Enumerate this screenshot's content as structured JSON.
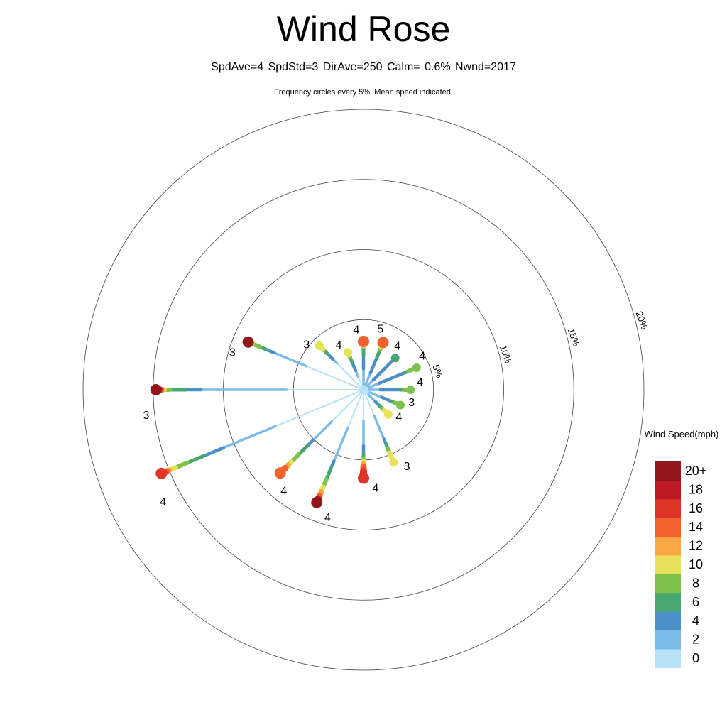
{
  "chart_data": {
    "type": "wind-rose",
    "title": "Wind Rose",
    "subtitle": "SpdAve=4  SpdStd=3  DirAve=250   Calm= 0.6%  Nwnd=2017",
    "note": "Frequency circles every 5%. Mean speed indicated.",
    "rings": [
      {
        "value": 5,
        "label": "5%"
      },
      {
        "value": 10,
        "label": "10%"
      },
      {
        "value": 15,
        "label": "15%"
      },
      {
        "value": 20,
        "label": "20%"
      }
    ],
    "legend": {
      "title": "Wind Speed(mph)",
      "bins": [
        {
          "label": "0",
          "color": "#b5e2f7"
        },
        {
          "label": "2",
          "color": "#7bbce6"
        },
        {
          "label": "4",
          "color": "#4a8fc7"
        },
        {
          "label": "6",
          "color": "#48a673"
        },
        {
          "label": "8",
          "color": "#7dc24c"
        },
        {
          "label": "10",
          "color": "#e8e25a"
        },
        {
          "label": "12",
          "color": "#f8a945"
        },
        {
          "label": "14",
          "color": "#f2622d"
        },
        {
          "label": "16",
          "color": "#de3529"
        },
        {
          "label": "18",
          "color": "#bb1a25"
        },
        {
          "label": "20+",
          "color": "#92161a"
        }
      ]
    },
    "directions": [
      {
        "dir": 0,
        "mean_speed": "4",
        "freq": [
          0.4,
          1.1,
          1.0,
          0.55,
          0.1,
          0.1,
          0.1,
          0.1,
          0,
          0,
          0
        ]
      },
      {
        "dir": 22.5,
        "mean_speed": "5",
        "freq": [
          0.4,
          0.9,
          1.2,
          0.6,
          0.2,
          0.15,
          0.1,
          0.1,
          0,
          0,
          0
        ]
      },
      {
        "dir": 45,
        "mean_speed": "4",
        "freq": [
          0.4,
          0.6,
          2.0,
          0.2,
          0,
          0,
          0,
          0,
          0,
          0,
          0
        ]
      },
      {
        "dir": 67.5,
        "mean_speed": "4",
        "freq": [
          0.4,
          0.8,
          2.0,
          0.3,
          0.6,
          0,
          0,
          0,
          0,
          0,
          0
        ]
      },
      {
        "dir": 90,
        "mean_speed": "4",
        "freq": [
          0.4,
          0.8,
          1.4,
          0.3,
          0.45,
          0,
          0,
          0,
          0,
          0,
          0
        ]
      },
      {
        "dir": 112.5,
        "mean_speed": "3",
        "freq": [
          0.5,
          0.9,
          0.8,
          0.2,
          0.45,
          0,
          0,
          0,
          0,
          0,
          0
        ]
      },
      {
        "dir": 135,
        "mean_speed": "4",
        "freq": [
          0.5,
          0.7,
          0.4,
          0.3,
          0.2,
          0.4,
          0,
          0,
          0,
          0,
          0
        ]
      },
      {
        "dir": 157.5,
        "mean_speed": "3",
        "freq": [
          2.0,
          1.8,
          0.4,
          0.4,
          0.3,
          0.7,
          0,
          0,
          0,
          0,
          0
        ]
      },
      {
        "dir": 180,
        "mean_speed": "4",
        "freq": [
          2.2,
          1.8,
          0.6,
          0.3,
          0.2,
          0.2,
          0.2,
          0.3,
          0.5,
          0,
          0
        ]
      },
      {
        "dir": 202.5,
        "mean_speed": "4",
        "freq": [
          3.0,
          2.5,
          0.6,
          0.8,
          0.6,
          0.4,
          0.3,
          0.2,
          0.1,
          0.1,
          0.1
        ]
      },
      {
        "dir": 225,
        "mean_speed": "4",
        "freq": [
          3.2,
          1.9,
          0.6,
          0.8,
          0.8,
          0.3,
          0.3,
          0.5,
          0,
          0,
          0
        ]
      },
      {
        "dir": 247.5,
        "mean_speed": "4",
        "freq": [
          6.8,
          4.0,
          1.5,
          1.3,
          0.9,
          0.5,
          0.2,
          0.2,
          0.2,
          0,
          0
        ]
      },
      {
        "dir": 270,
        "mean_speed": "3",
        "freq": [
          5.5,
          6.1,
          1.1,
          1.1,
          0.4,
          0.15,
          0.1,
          0.1,
          0.1,
          0.05,
          0.1
        ]
      },
      {
        "dir": 292.5,
        "mean_speed": "3",
        "freq": [
          4.4,
          2.5,
          0.6,
          0.5,
          0.6,
          0.1,
          0.05,
          0.05,
          0.05,
          0,
          0.05
        ]
      },
      {
        "dir": 315,
        "mean_speed": "3",
        "freq": [
          2.7,
          0.4,
          0.5,
          0.4,
          0.1,
          0.35,
          0,
          0,
          0,
          0,
          0
        ]
      },
      {
        "dir": 337.5,
        "mean_speed": "4",
        "freq": [
          1.0,
          0.5,
          0.6,
          0.4,
          0.2,
          0.2,
          0,
          0,
          0,
          0,
          0
        ]
      }
    ]
  }
}
